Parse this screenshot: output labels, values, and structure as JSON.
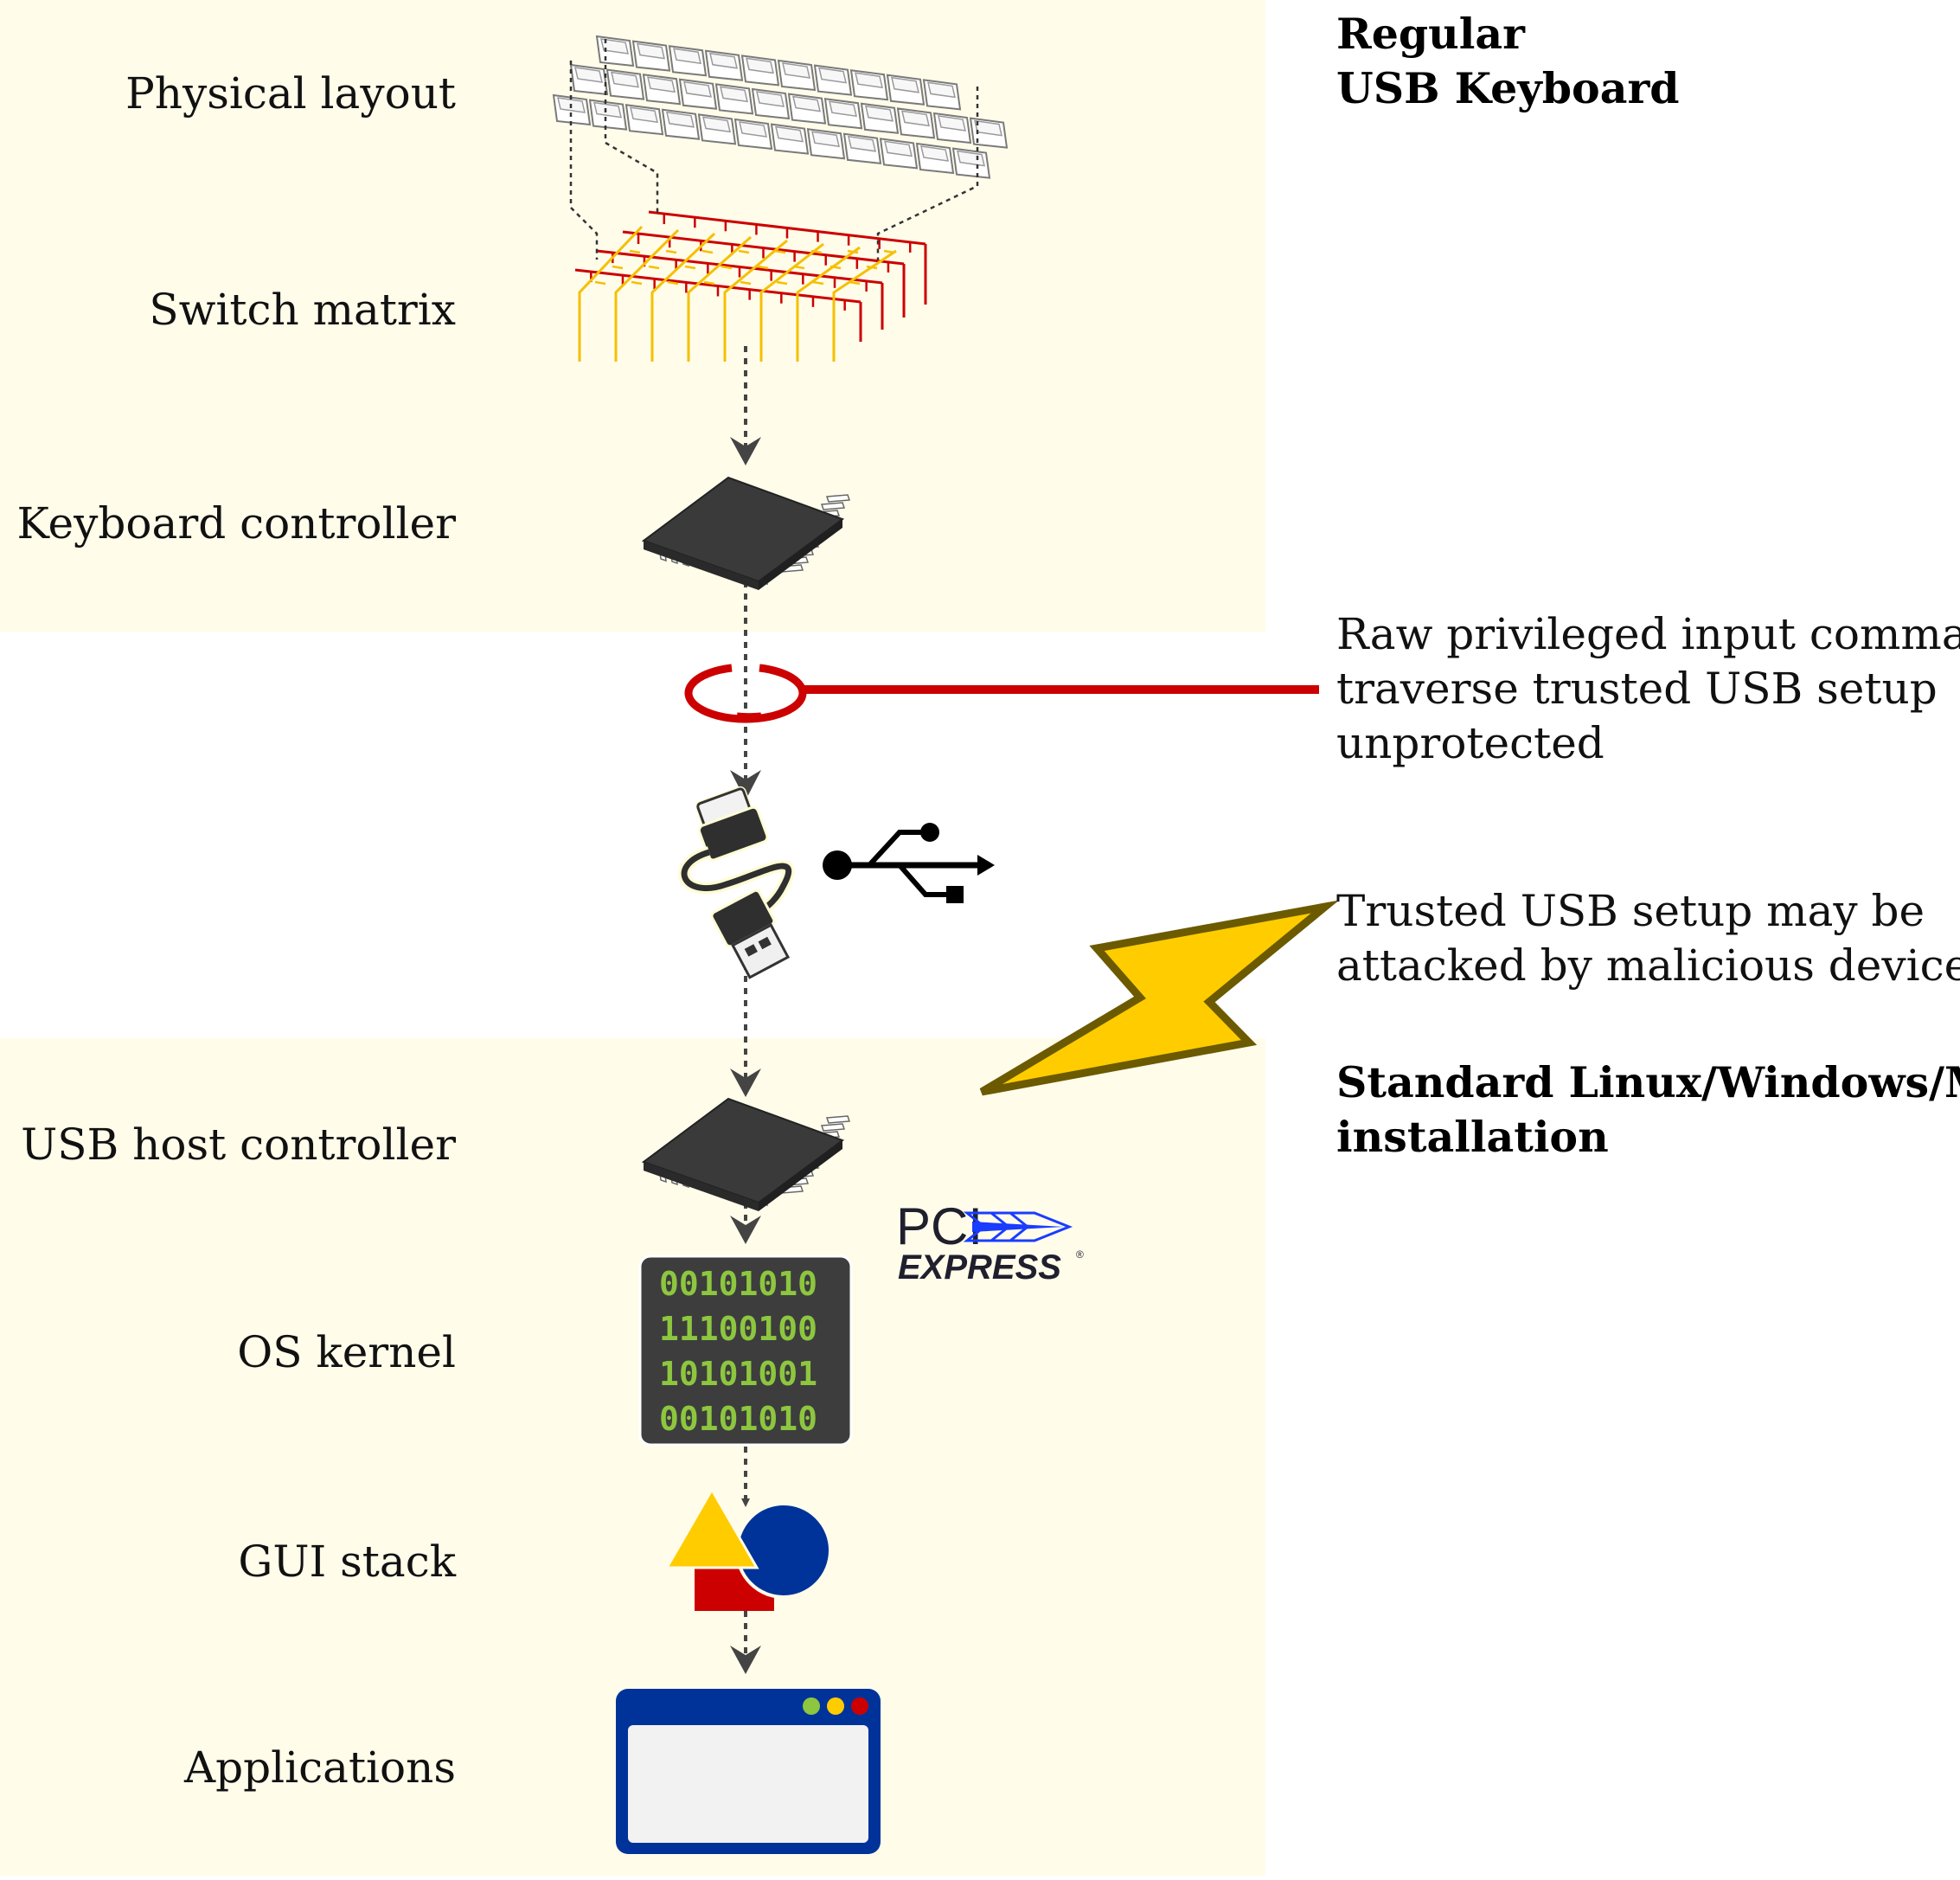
{
  "sections": {
    "keyboard_title": [
      "Regular",
      "USB Keyboard"
    ],
    "host_title": [
      "Standard Linux/Windows/Mac",
      "installation"
    ]
  },
  "layers": [
    {
      "id": "physical-layout",
      "label": "Physical layout"
    },
    {
      "id": "switch-matrix",
      "label": "Switch matrix"
    },
    {
      "id": "keyboard-controller",
      "label": "Keyboard controller"
    },
    {
      "id": "usb-host-controller",
      "label": "USB host controller"
    },
    {
      "id": "os-kernel",
      "label": "OS kernel"
    },
    {
      "id": "gui-stack",
      "label": "GUI stack"
    },
    {
      "id": "applications",
      "label": "Applications"
    }
  ],
  "annotations": {
    "raw_input": [
      "Raw privileged input commands",
      "traverse trusted USB setup",
      "unprotected"
    ],
    "attack": [
      "Trusted USB setup may be",
      "attacked by malicious devices"
    ]
  },
  "binary_lines": [
    "00101010",
    "11100100",
    "10101001",
    "00101010"
  ],
  "pcie_logo": {
    "top": "PCI",
    "bottom": "EXPRESS",
    "mark": "®"
  },
  "icons": [
    "keyboard-keys-icon",
    "switch-matrix-icon",
    "chip-icon",
    "usb-cable-icon",
    "usb-symbol-icon",
    "lightning-icon",
    "pcie-logo-icon",
    "binary-screen-icon",
    "gui-shapes-icon",
    "app-window-icon"
  ],
  "colors": {
    "panel": "#fffcea",
    "accent_red": "#cc0000",
    "matrix_yellow": "#f5c000",
    "lightning_fill": "#ffcc00",
    "lightning_stroke": "#6b5a00",
    "window_blue": "#003399",
    "circle_blue": "#003399",
    "triangle_yellow": "#ffcc00",
    "square_red": "#cc0000",
    "binary_green": "#8dc63f",
    "chip_dark": "#3a3a3a"
  }
}
